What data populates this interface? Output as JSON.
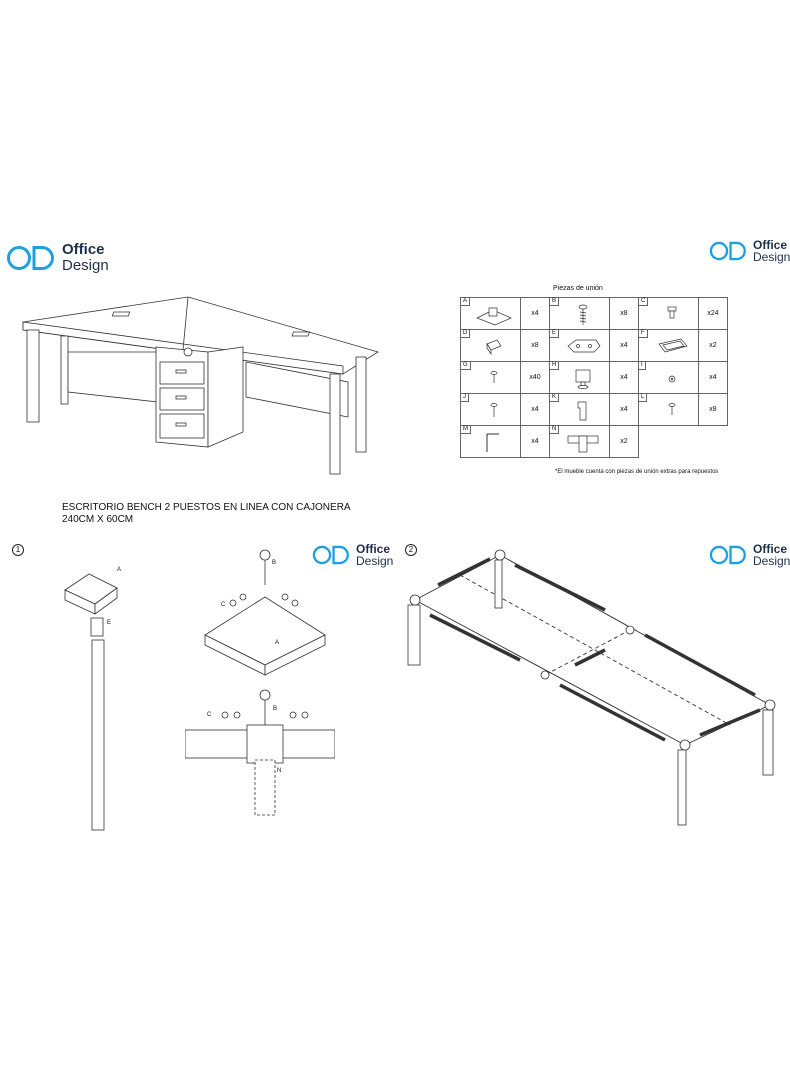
{
  "brand": {
    "line1": "Office",
    "line2": "Design",
    "color": "#1ea0e0"
  },
  "parts": {
    "title": "Piezas de unión",
    "rows": [
      [
        {
          "code": "A",
          "qty": "x4"
        },
        {
          "code": "B",
          "qty": "x8"
        },
        {
          "code": "C",
          "qty": "x24"
        }
      ],
      [
        {
          "code": "D",
          "qty": "x8"
        },
        {
          "code": "E",
          "qty": "x4"
        },
        {
          "code": "F",
          "qty": "x2"
        }
      ],
      [
        {
          "code": "G",
          "qty": "x40"
        },
        {
          "code": "H",
          "qty": "x4"
        },
        {
          "code": "I",
          "qty": "x4"
        }
      ],
      [
        {
          "code": "J",
          "qty": "x4"
        },
        {
          "code": "K",
          "qty": "x4"
        },
        {
          "code": "L",
          "qty": "x8"
        }
      ],
      [
        {
          "code": "M",
          "qty": "x4"
        },
        {
          "code": "N",
          "qty": "x2"
        }
      ]
    ],
    "note": "*El mueble cuenta con piezas de unión extras para repuestos"
  },
  "product": {
    "title_line1": "ESCRITORIO BENCH 2 PUESTOS EN LINEA CON CAJONERA",
    "title_line2": "240CM X 60CM"
  },
  "steps": {
    "one": "1",
    "two": "2",
    "labels": {
      "a": "A",
      "e": "E",
      "b": "B",
      "c": "C",
      "a2": "A",
      "b2": "B",
      "c2": "C",
      "n": "N"
    }
  }
}
